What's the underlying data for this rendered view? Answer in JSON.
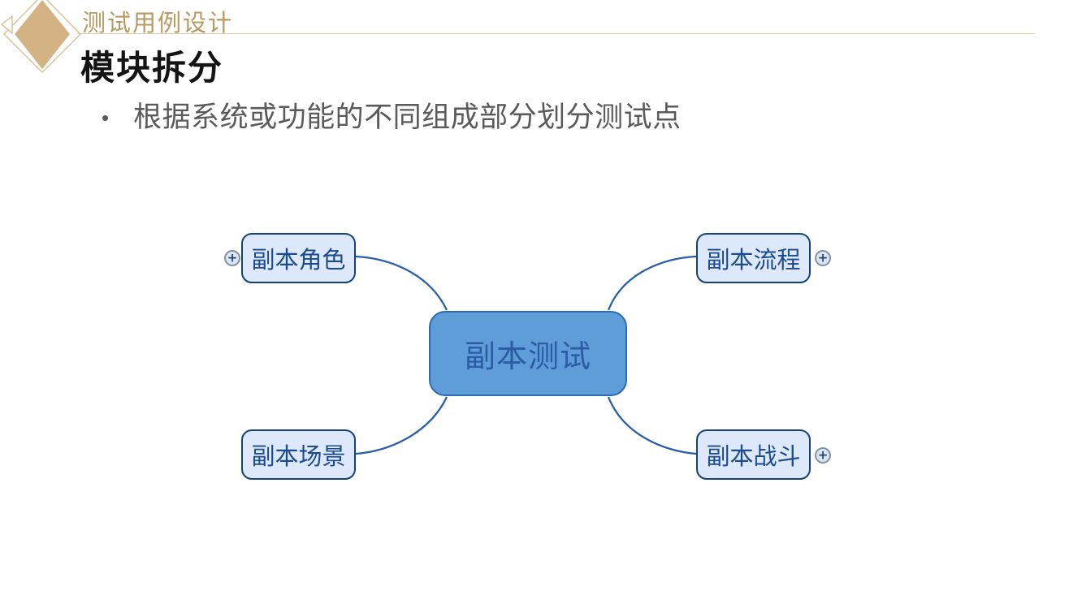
{
  "slide": {
    "kicker": "测试用例设计",
    "title": "模块拆分",
    "bullet_glyph": "•",
    "bullet": "根据系统或功能的不同组成部分划分测试点"
  },
  "colors": {
    "accent_gold_text": "#B69A62",
    "accent_gold_shape": "#D3B383",
    "accent_gold_line": "#DCC49D",
    "title_text": "#141414",
    "body_text": "#5A5A5A",
    "center_node_fill": "#5F9DD9",
    "center_node_border": "#2A6CB4",
    "center_node_text": "#2B5CA4",
    "branch_node_fill": "#DDE8FA",
    "branch_node_border": "#14427C",
    "branch_node_text": "#1B4B8F",
    "connector_line": "#2A5FA8",
    "expand_button_fill": "#DCE4F0",
    "expand_button_ring": "#8293AC",
    "expand_button_glyph": "#23466F"
  },
  "icons": {
    "logo": "gold-diamond-icon",
    "expand": "plus-icon"
  },
  "mindmap": {
    "center": {
      "label": "副本测试"
    },
    "branches": [
      {
        "position": "top-left",
        "label": "副本角色",
        "expand_button": true,
        "expand_side": "left"
      },
      {
        "position": "top-right",
        "label": "副本流程",
        "expand_button": true,
        "expand_side": "right"
      },
      {
        "position": "bottom-left",
        "label": "副本场景",
        "expand_button": false,
        "expand_side": null
      },
      {
        "position": "bottom-right",
        "label": "副本战斗",
        "expand_button": true,
        "expand_side": "right"
      }
    ],
    "expand_glyph": "+"
  }
}
